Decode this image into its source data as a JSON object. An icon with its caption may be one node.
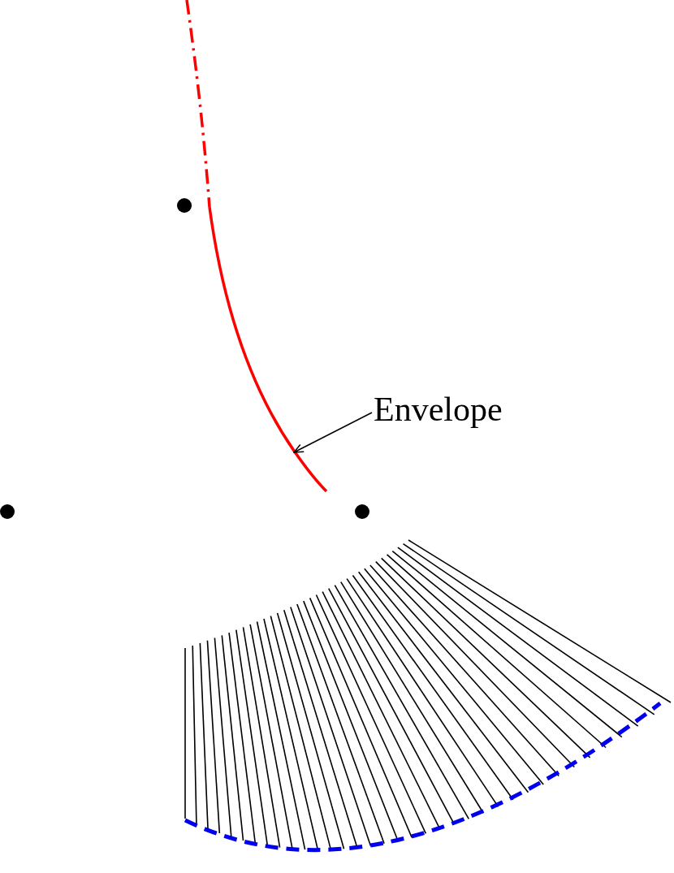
{
  "diagram": {
    "nodes": [
      {
        "text": [
          "Envelope"
        ]
      },
      {
        "text": [],
        "shape": "curve"
      }
    ],
    "edges": [
      {
        "from": 0,
        "to": 1,
        "arrow": "to"
      }
    ]
  }
}
